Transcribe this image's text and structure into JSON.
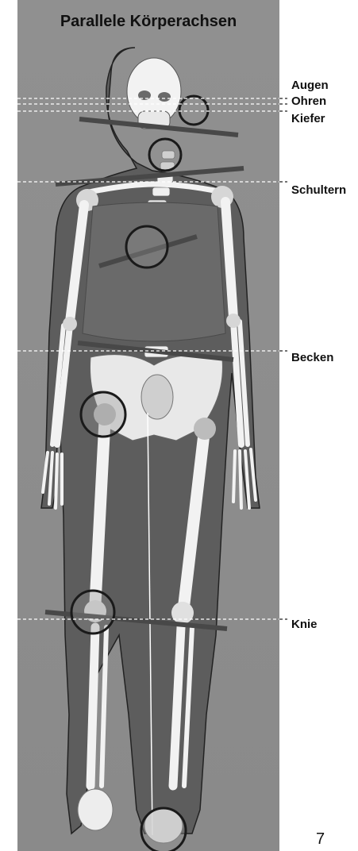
{
  "title": "Parallele Körperachsen",
  "labels": {
    "augen": "Augen",
    "ohren": "Ohren",
    "kiefer": "Kiefer",
    "schultern": "Schultern",
    "becken": "Becken",
    "knie": "Knie"
  },
  "page_number": "7",
  "colors": {
    "panel": "#8c8c8c",
    "body": "#5d5d5d",
    "bone": "#f2f2f2",
    "axis_line": "#444444",
    "highlight_circle": "#1a1a1a"
  }
}
